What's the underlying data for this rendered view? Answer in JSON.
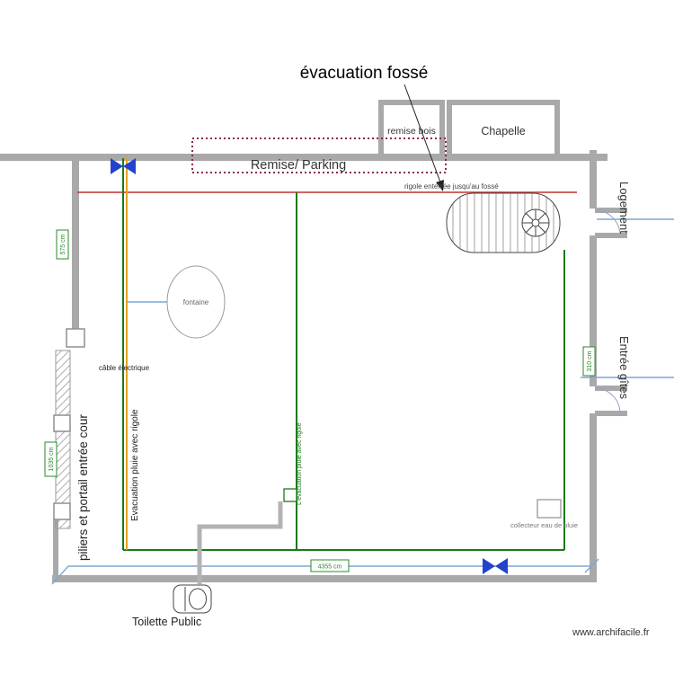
{
  "title": "évacuation fossé",
  "watermark": "www.archifacile.fr",
  "rooms": {
    "remise_parking": "Remise/ Parking",
    "remise_bois": "remise bois",
    "chapelle": "Chapelle",
    "logement": "Logement",
    "entree_gites": "Entrée gîtes"
  },
  "annotations": {
    "rigole": "rigole enterrée jusqu'au fossé",
    "cable_electrique": "câble électrique",
    "evacuation_left": "Evacuation pluie avec rigole",
    "evacuation_center": "L'évacuation pluie avec rigole",
    "piliers": "piliers et portail entrée cour",
    "fontaine": "fontaine",
    "collecteur": "collecteur eau de pluie",
    "toilette": "Toilette Public"
  },
  "dimensions": {
    "left_upper": "575 cm",
    "left_lower": "1035 cm",
    "right": "310 cm",
    "bottom": "4355 cm"
  },
  "colors": {
    "wall_gray": "#a9a9a9",
    "evacuation_green": "#1a7a1a",
    "cable_orange": "#e8a020",
    "water_blue": "#7aa7d4",
    "rigole_red": "#c03030",
    "valve_blue": "#2244cc",
    "parking_outline": "#8a2a4a",
    "dimension_green": "#2a8a2a"
  }
}
